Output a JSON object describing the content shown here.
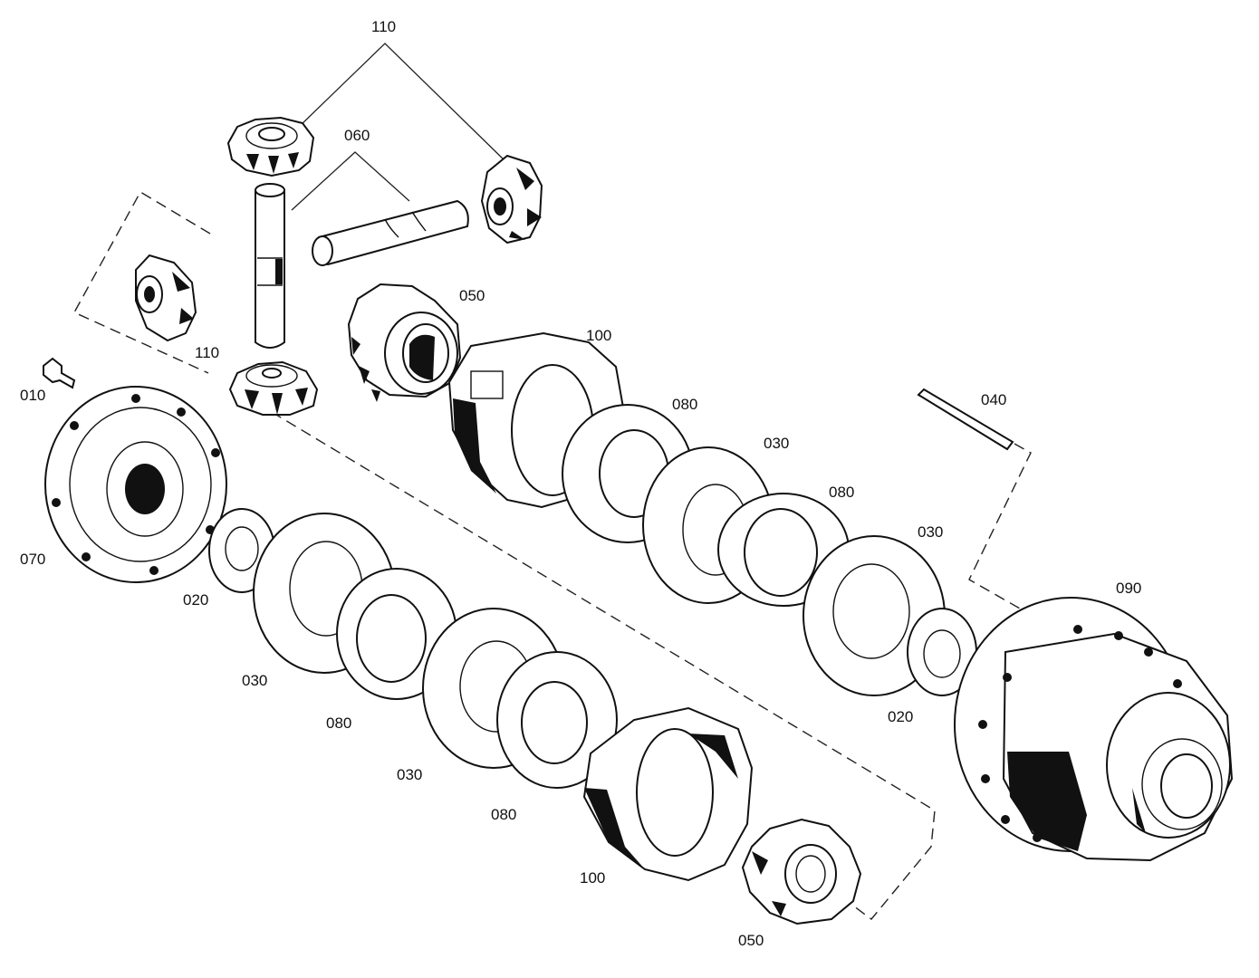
{
  "labels": {
    "l110_top": "110",
    "l060": "060",
    "l050_top": "050",
    "l100_top": "100",
    "l110_mid": "110",
    "l010": "010",
    "l040": "040",
    "l080_a": "080",
    "l030_a": "030",
    "l080_b": "080",
    "l030_b": "030",
    "l070": "070",
    "l020_left": "020",
    "l090": "090",
    "l030_c": "030",
    "l080_c": "080",
    "l020_right": "020",
    "l030_d": "030",
    "l080_d": "080",
    "l100_bottom": "100",
    "l050_bottom": "050"
  }
}
